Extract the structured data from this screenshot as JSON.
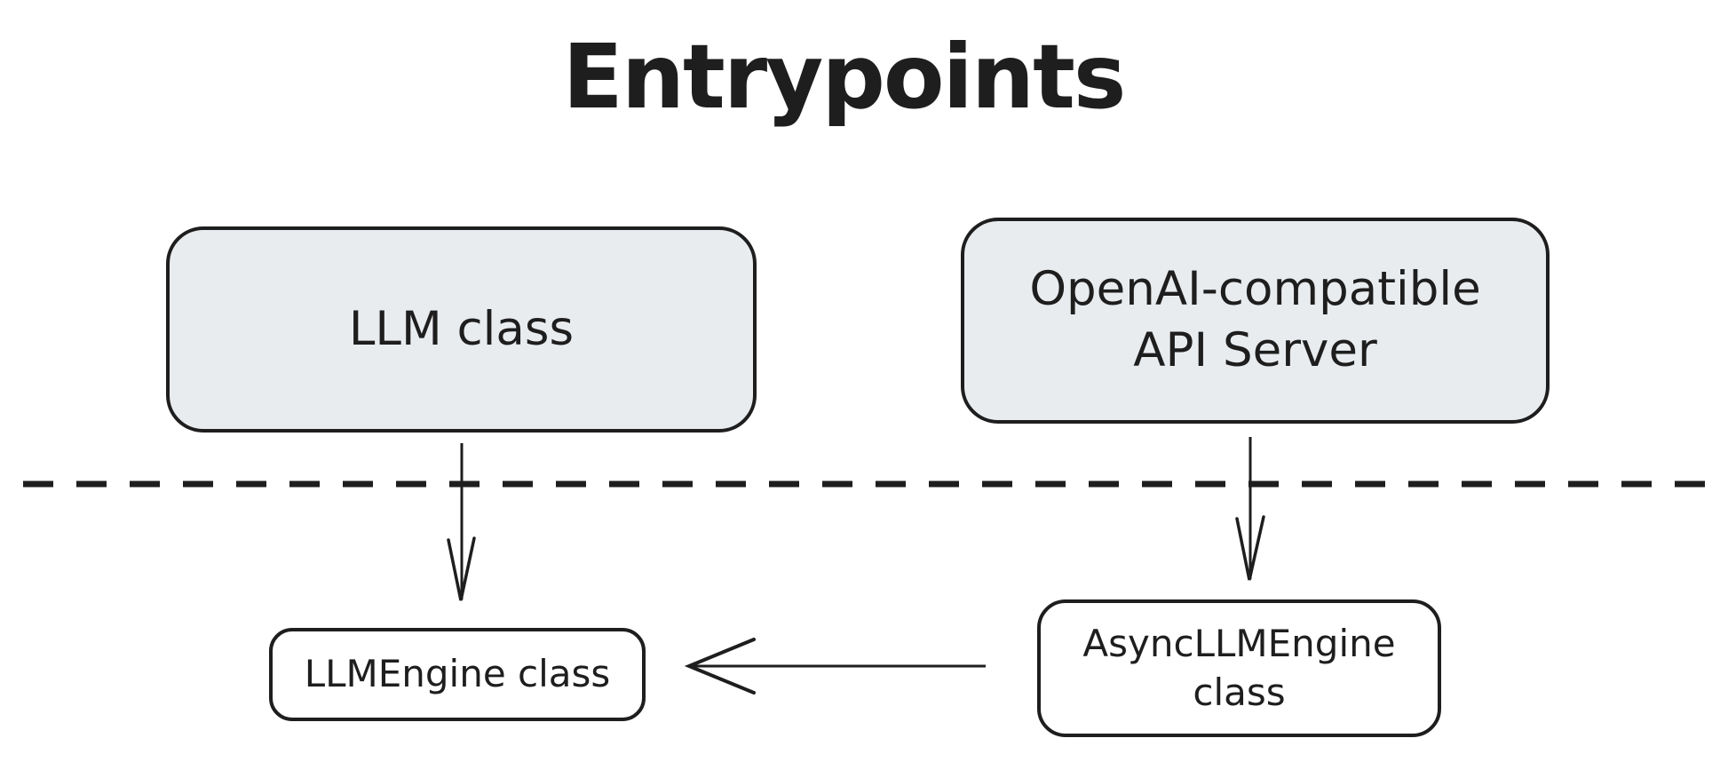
{
  "diagram": {
    "title": "Entrypoints",
    "colors": {
      "stroke": "#1e1e1e",
      "node_fill": "#e9ecef",
      "background": "#ffffff"
    },
    "divider_style": "dashed-horizontal"
  },
  "nodes": {
    "llm_class": {
      "label": "LLM class",
      "fill": "#e9ecef"
    },
    "api_server": {
      "lines": [
        "OpenAI-compatible",
        "API Server"
      ],
      "fill": "#e9ecef"
    },
    "llm_engine": {
      "label": "LLMEngine class",
      "fill": "#ffffff"
    },
    "async_llm_engine": {
      "lines": [
        "AsyncLLMEngine",
        "class"
      ],
      "fill": "#ffffff"
    }
  },
  "edges": [
    {
      "from": "llm_class",
      "to": "llm_engine",
      "type": "arrow",
      "direction": "down"
    },
    {
      "from": "api_server",
      "to": "async_llm_engine",
      "type": "arrow",
      "direction": "down"
    },
    {
      "from": "async_llm_engine",
      "to": "llm_engine",
      "type": "arrow",
      "direction": "left"
    }
  ]
}
